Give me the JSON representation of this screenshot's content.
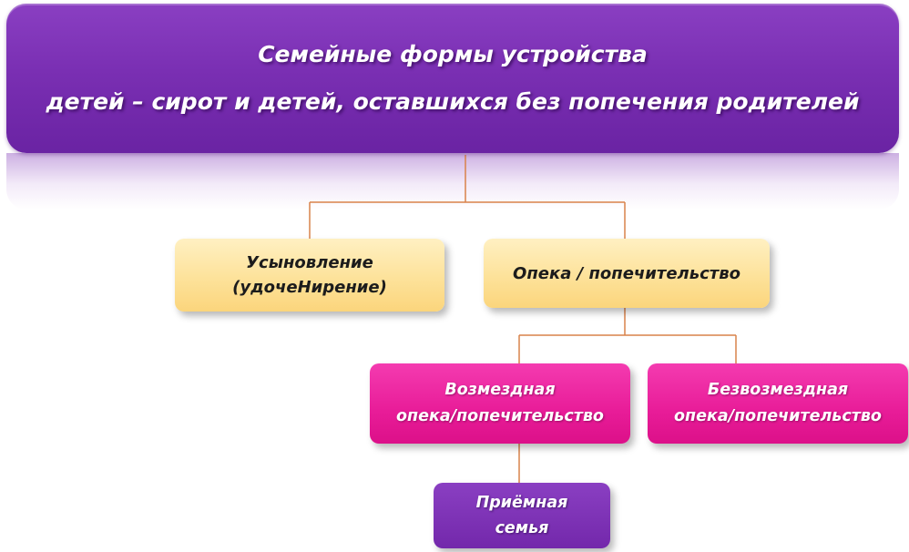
{
  "title": {
    "line1": "Семейные формы устройства",
    "line2": "детей – сирот и детей, оставшихся без попечения родителей"
  },
  "nodes": {
    "adoption": {
      "line1": "Усыновление",
      "line2": "(удочеНирение)"
    },
    "guardianship": {
      "line1": "Опека / попечительство"
    },
    "paid": {
      "line1": "Возмездная",
      "line2": "опека/попечительство"
    },
    "free": {
      "line1": "Безвозмездная",
      "line2": "опека/попечительство"
    },
    "foster": {
      "line1": "Приёмная",
      "line2": "семья"
    }
  },
  "colors": {
    "header": "#7a2fb3",
    "level1": "#fde29a",
    "level2": "#e81c98",
    "level3": "#7a2fb3",
    "connector": "#d9824a"
  }
}
